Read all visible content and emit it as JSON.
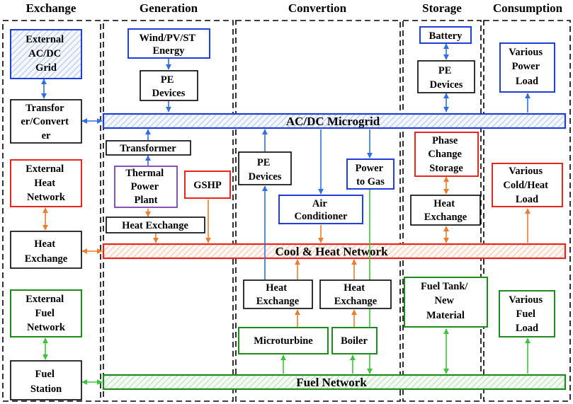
{
  "columns": [
    "Exchange",
    "Generation",
    "Convertion",
    "Storage",
    "Consumption"
  ],
  "buses": {
    "acdc": "AC/DC Microgrid",
    "heat": "Cool & Heat Network",
    "fuel": "Fuel Network"
  },
  "nodes": {
    "ext_acdc": [
      "External",
      "AC/DC",
      "Grid"
    ],
    "transformer_converter": [
      "Transfor",
      "er/Convert",
      "er"
    ],
    "ext_heat": [
      "External",
      "Heat",
      "Network"
    ],
    "heat_exchange_left": [
      "Heat",
      "Exchange"
    ],
    "ext_fuel": [
      "External",
      "Fuel",
      "Network"
    ],
    "fuel_station": [
      "Fuel",
      "Station"
    ],
    "wind_pv": [
      "Wind/PV/ST",
      "Energy"
    ],
    "pe_devices_gen": [
      "PE",
      "Devices"
    ],
    "transformer": [
      "Transformer"
    ],
    "thermal_power": [
      "Thermal",
      "Power",
      "Plant"
    ],
    "gshp": [
      "GSHP"
    ],
    "heat_exchange_gen": [
      "Heat Exchange"
    ],
    "pe_devices_conv": [
      "PE",
      "Devices"
    ],
    "air_conditioner": [
      "Air",
      "Conditioner"
    ],
    "power_to_gas": [
      "Power",
      "to Gas"
    ],
    "heat_exchange_conv1": [
      "Heat",
      "Exchange"
    ],
    "heat_exchange_conv2": [
      "Heat",
      "Exchange"
    ],
    "microturbine": [
      "Microturbine"
    ],
    "boiler": [
      "Boiler"
    ],
    "battery": [
      "Battery"
    ],
    "pe_devices_storage": [
      "PE",
      "Devices"
    ],
    "phase_change": [
      "Phase",
      "Change",
      "Storage"
    ],
    "heat_exchange_storage": [
      "Heat",
      "Exchange"
    ],
    "fuel_tank": [
      "Fuel Tank/",
      "New",
      "Material"
    ],
    "power_load": [
      "Various",
      "Power",
      "Load"
    ],
    "cold_heat_load": [
      "Various",
      "Cold/Heat",
      "Load"
    ],
    "fuel_load": [
      "Various",
      "Fuel",
      "Load"
    ]
  },
  "colors": {
    "electric": "#1f3fd6",
    "electric_arrow": "#2e6fe6",
    "heat": "#e8261f",
    "heat_arrow": "#f07b2a",
    "fuel": "#1f8a1f",
    "fuel_arrow": "#3cc43c",
    "thermal": "#7a3fb3",
    "neutral": "#000000"
  }
}
